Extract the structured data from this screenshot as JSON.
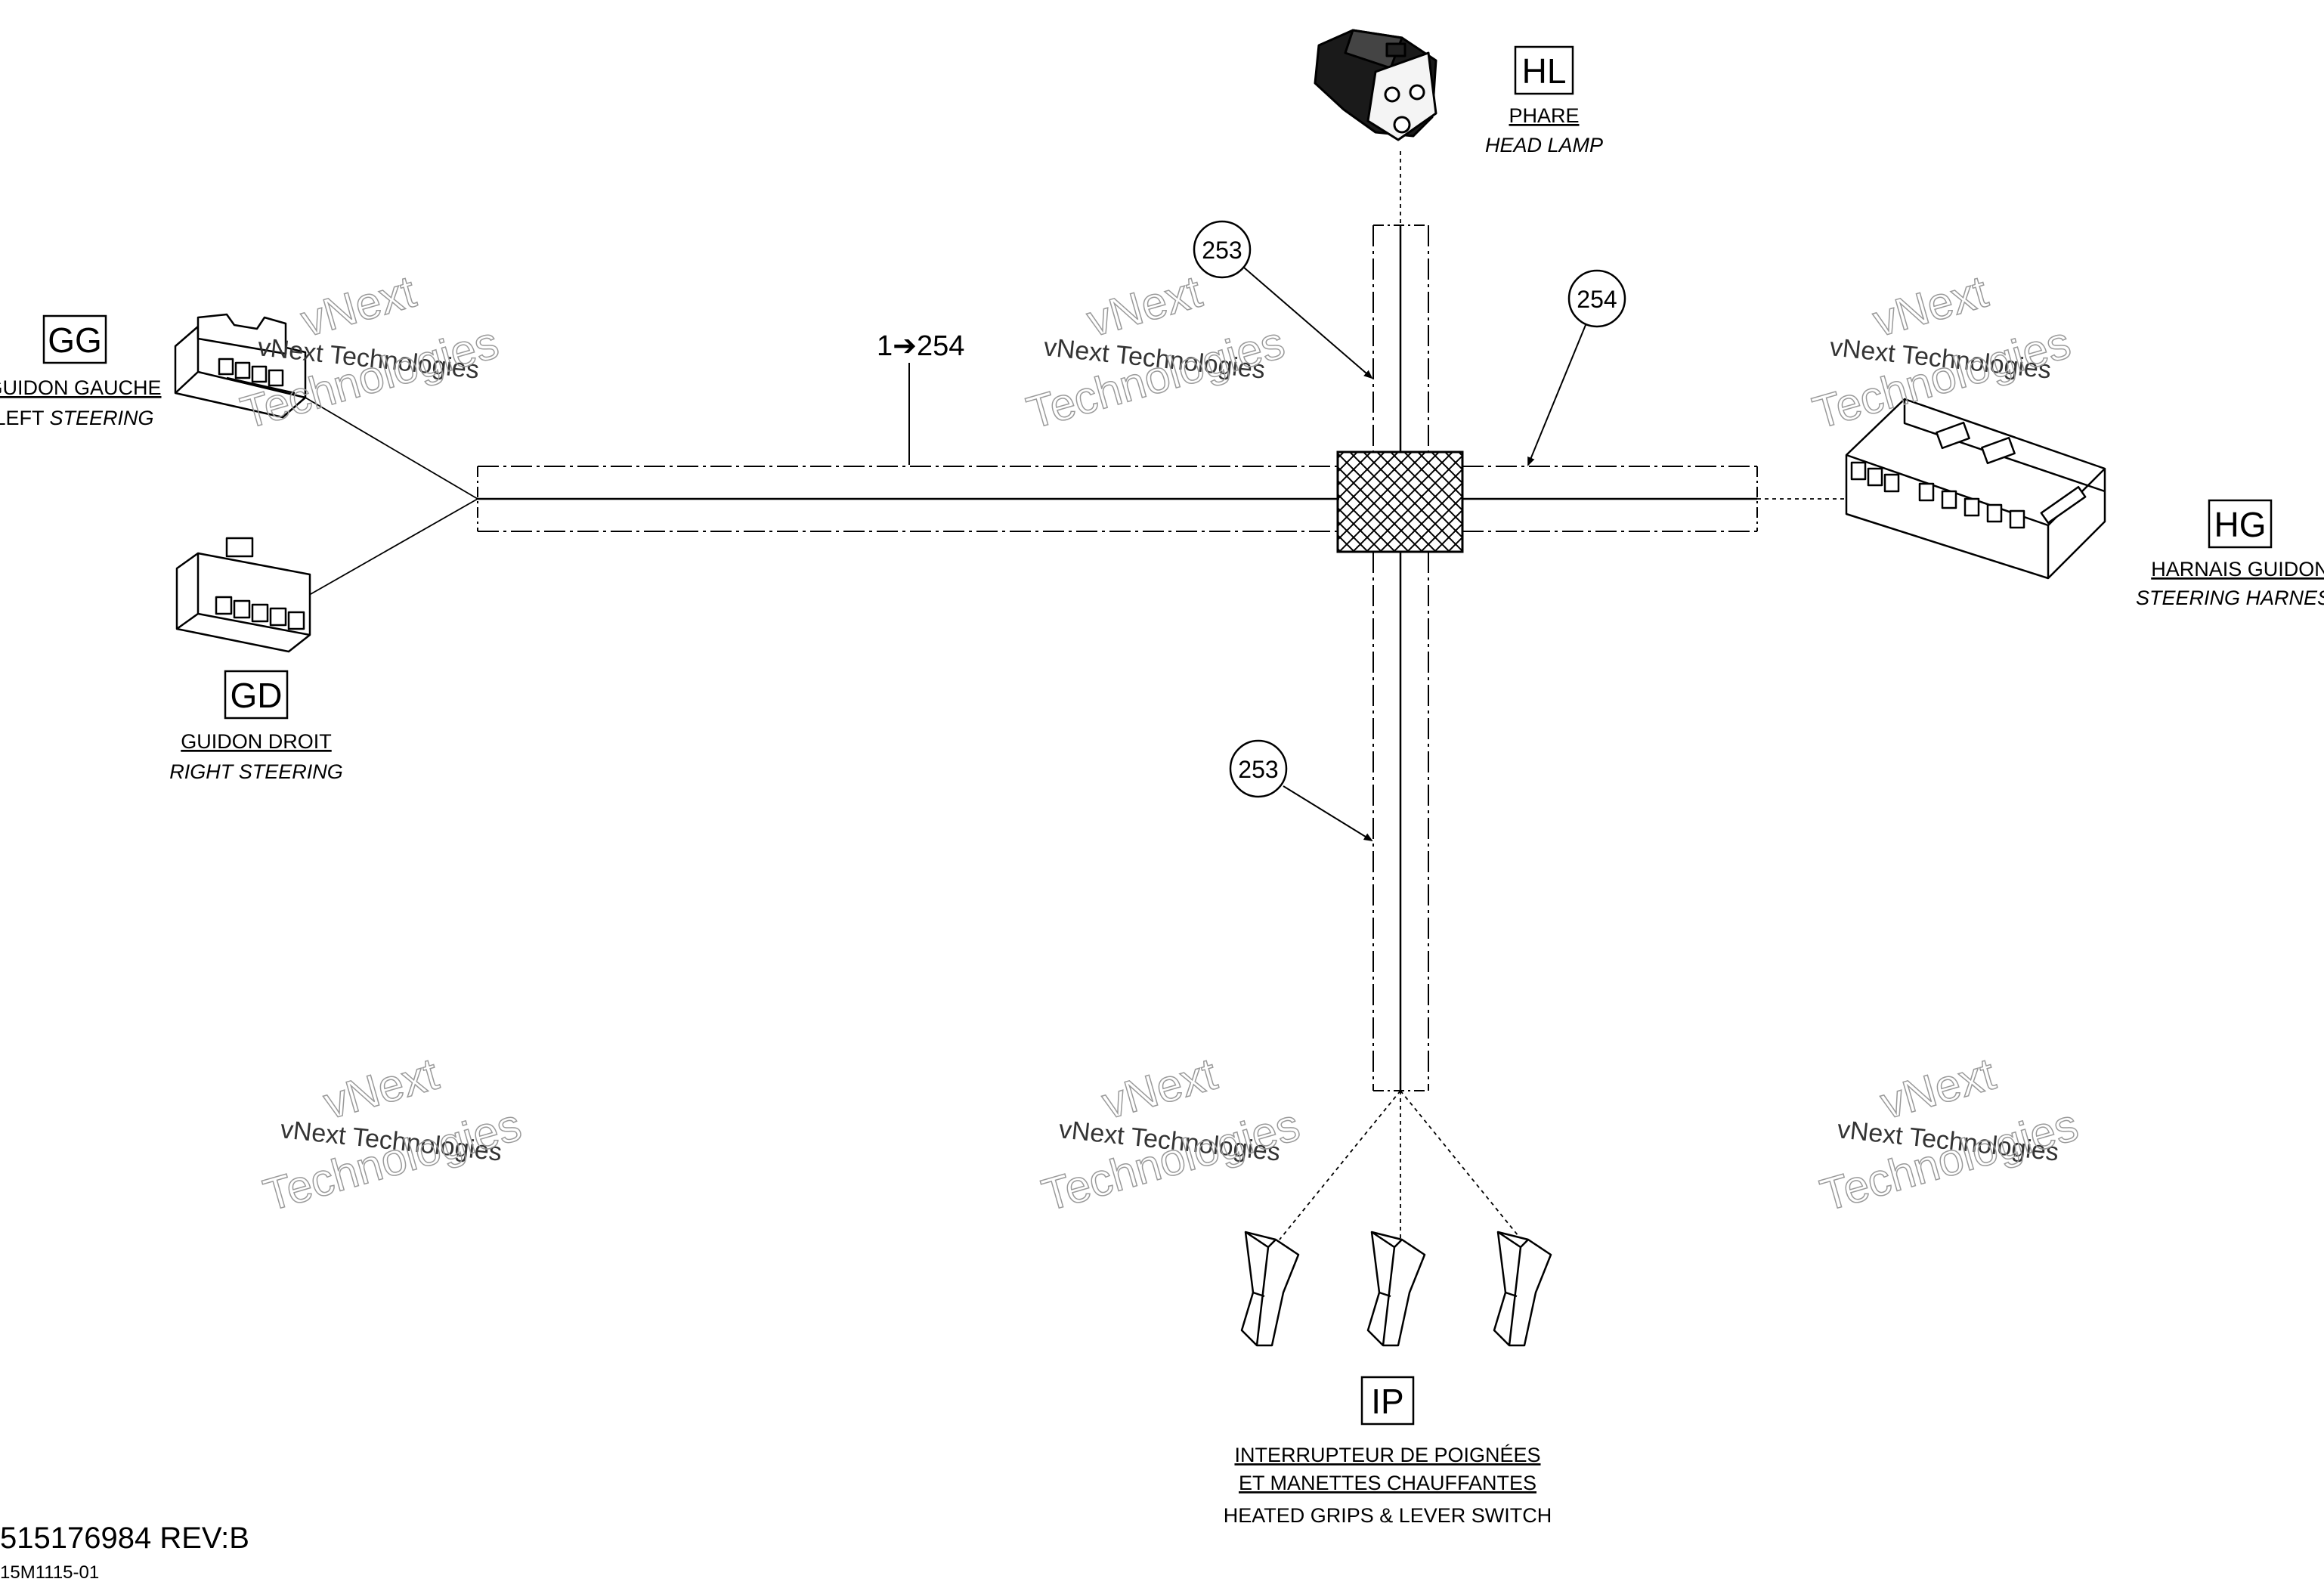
{
  "connectors": {
    "hl": {
      "code": "HL",
      "label_fr": "PHARE",
      "label_en": "HEAD LAMP"
    },
    "gg": {
      "code": "GG",
      "label_fr": "GUIDON GAUCHE",
      "label_en_plain": "LEFT ",
      "label_en_italic": "STEERING"
    },
    "gd": {
      "code": "GD",
      "label_fr": "GUIDON DROIT",
      "label_en": "RIGHT STEERING"
    },
    "hg": {
      "code": "HG",
      "label_fr": "HARNAIS GUIDON",
      "label_en": "STEERING HARNESS"
    },
    "ip": {
      "code": "IP",
      "label_fr_1": "INTERRUPTEUR DE POIGNÉES",
      "label_fr_2": "ET MANETTES CHAUFFANTES",
      "label_en": "HEATED GRIPS & LEVER SWITCH"
    }
  },
  "callouts": {
    "top": "253",
    "right": "254",
    "bottom": "253",
    "range": "1➔254"
  },
  "watermark": {
    "line1": "vNext Technologies",
    "line2": "vNext",
    "line3": "Technologies"
  },
  "footer": {
    "part_number": "515176984 REV:B",
    "drawing_id": "15M1115-01"
  }
}
